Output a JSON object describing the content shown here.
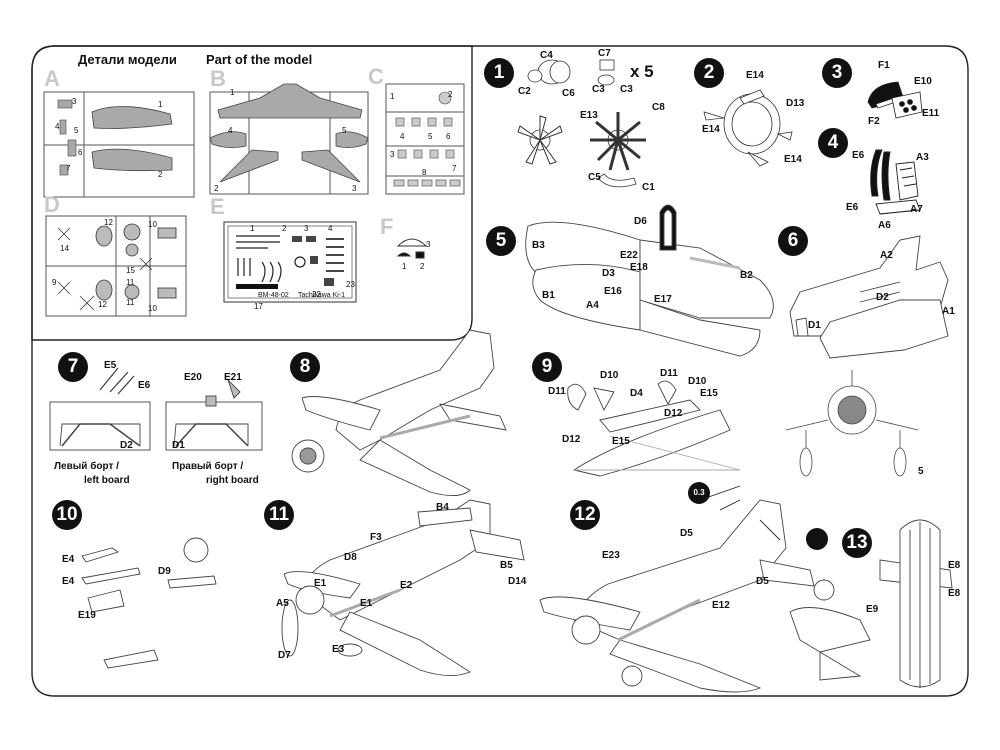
{
  "header": {
    "title_ru": "Детали модели",
    "title_en": "Part of the model"
  },
  "sprues": [
    "A",
    "B",
    "C",
    "D",
    "E",
    "F"
  ],
  "sprue_parts": {
    "A": [
      "1",
      "2",
      "3",
      "4",
      "5",
      "6",
      "7"
    ],
    "B": [
      "1",
      "2",
      "3",
      "4",
      "5"
    ],
    "C": [
      "1",
      "2",
      "3",
      "4",
      "5",
      "6",
      "7",
      "8"
    ],
    "D": [
      "12",
      "10",
      "14",
      "15",
      "9",
      "11",
      "12",
      "10",
      "11"
    ],
    "E": [
      "1",
      "2",
      "3",
      "4",
      "17",
      "22",
      "23"
    ],
    "F": [
      "1",
      "2",
      "3"
    ]
  },
  "decal_sheet": {
    "code": "BM-48-02",
    "name": "Tachikawa Ki-1"
  },
  "steps": [
    "1",
    "2",
    "3",
    "4",
    "5",
    "6",
    "7",
    "8",
    "9",
    "10",
    "11",
    "12",
    "13"
  ],
  "step1": {
    "labels": [
      "C4",
      "C7",
      "C2",
      "C6",
      "C3",
      "C3",
      "C8",
      "E13",
      "C5",
      "C1"
    ],
    "multiplier": "x 5"
  },
  "step2": {
    "labels": [
      "E14",
      "D13",
      "E14",
      "E14"
    ]
  },
  "step3": {
    "labels": [
      "F1",
      "E10",
      "F2",
      "E11"
    ]
  },
  "step4": {
    "labels": [
      "E6",
      "A3",
      "E6",
      "A7",
      "A6"
    ]
  },
  "step5": {
    "labels": [
      "D6",
      "B3",
      "E22",
      "E18",
      "D3",
      "B2",
      "E16",
      "B1",
      "A4",
      "E17"
    ]
  },
  "step6": {
    "labels": [
      "A2",
      "D2",
      "D1",
      "A1",
      "5"
    ]
  },
  "step7": {
    "labels": [
      "E5",
      "E6",
      "D2",
      "E20",
      "E21",
      "D1"
    ],
    "left_caption_ru": "Левый борт /",
    "left_caption_en": "left board",
    "right_caption_ru": "Правый борт /",
    "right_caption_en": "right board"
  },
  "step9": {
    "labels": [
      "D10",
      "D11",
      "D11",
      "D4",
      "D10",
      "E15",
      "D12",
      "D12",
      "E15"
    ]
  },
  "step10": {
    "labels": [
      "E4",
      "D9",
      "E4",
      "E19"
    ]
  },
  "step11": {
    "labels": [
      "B4",
      "F3",
      "D8",
      "E1",
      "E2",
      "E1",
      "B5",
      "A5",
      "D7",
      "E3"
    ]
  },
  "step12": {
    "labels": [
      "0.3",
      "D5",
      "E23",
      "D14",
      "D5",
      "E12"
    ]
  },
  "step13": {
    "labels": [
      "E8",
      "E8",
      "E9"
    ]
  },
  "colors": {
    "ink": "#111111",
    "part_fill": "#a9a9a9",
    "sprue_letter": "#c8c8c8",
    "paper": "#ffffff"
  }
}
